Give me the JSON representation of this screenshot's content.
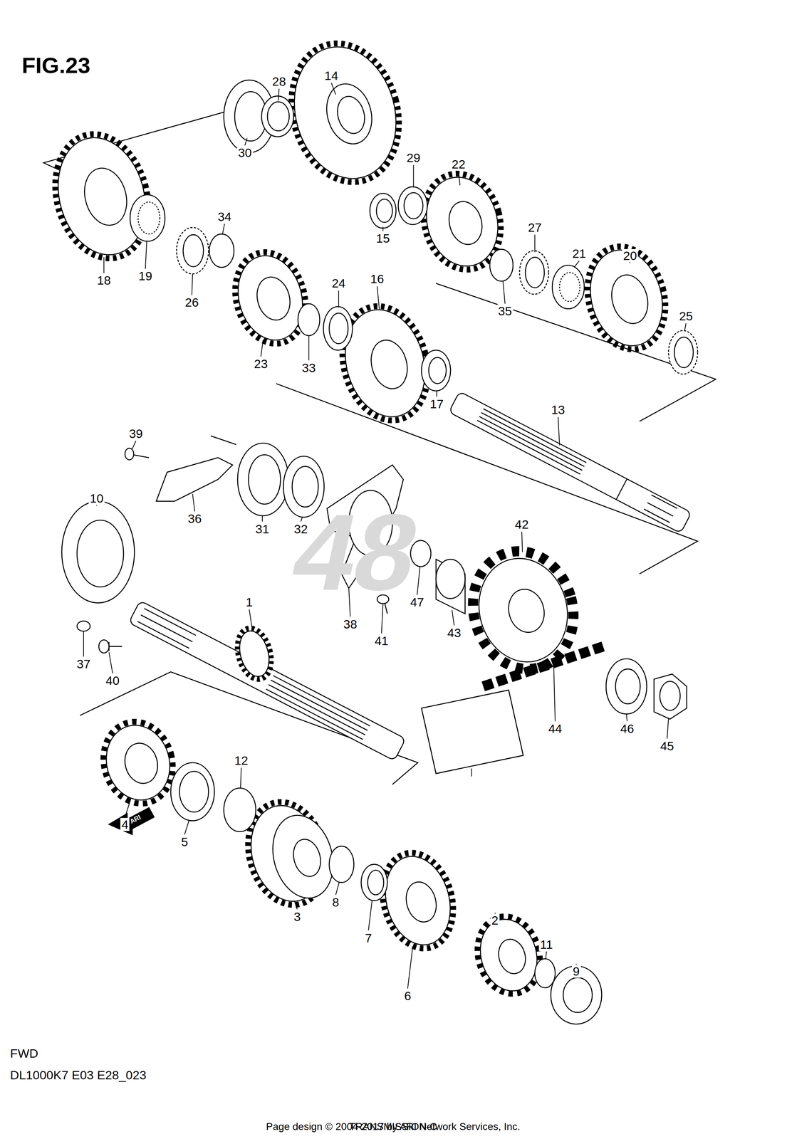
{
  "diagram": {
    "title": "FIG.23",
    "labels": [
      "1",
      "2",
      "3",
      "4",
      "5",
      "6",
      "7",
      "8",
      "9",
      "10",
      "11",
      "12",
      "13",
      "14",
      "15",
      "16",
      "17",
      "18",
      "19",
      "20",
      "21",
      "22",
      "23",
      "24",
      "25",
      "26",
      "27",
      "28",
      "29",
      "30",
      "31",
      "32",
      "33",
      "34",
      "35",
      "36",
      "37",
      "38",
      "39",
      "40",
      "41",
      "42",
      "43",
      "44",
      "45",
      "46",
      "47",
      "48",
      "ARI",
      "FWD",
      "DL1000K7 E03 E28_023",
      "TRANSMISSION-C",
      "Page design © 2004-2017 by ARI Network Services, Inc."
    ]
  }
}
